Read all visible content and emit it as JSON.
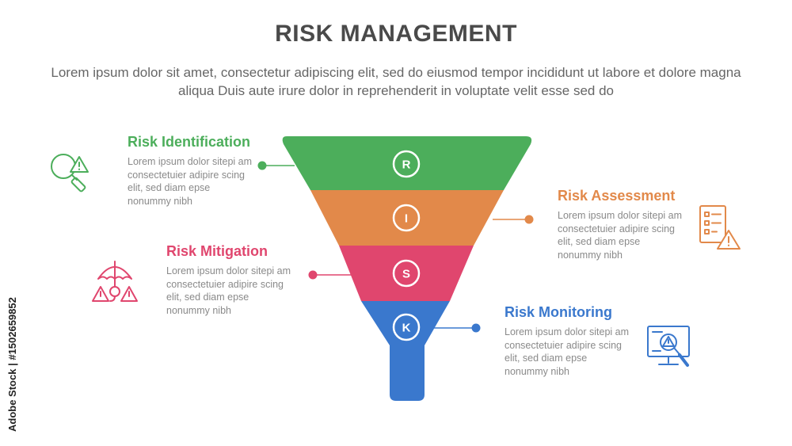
{
  "title": "RISK MANAGEMENT",
  "subtitle": "Lorem ipsum dolor sit amet, consectetur adipiscing elit, sed do eiusmod tempor incididunt ut labore et dolore magna aliqua Duis aute irure dolor in reprehenderit in voluptate velit esse sed do",
  "colors": {
    "green": "#4cae5b",
    "orange": "#e2894a",
    "pink": "#e0466e",
    "blue": "#3a78cd"
  },
  "stages": [
    {
      "letter": "R",
      "title": "Risk Identification",
      "body": "Lorem ipsum dolor sitepi am consectetuier adipire scing elit, sed diam epse nonummy nibh",
      "icon": "magnifier-warning-icon"
    },
    {
      "letter": "I",
      "title": "Risk Assessment",
      "body": "Lorem ipsum dolor sitepi am consectetuier adipire scing elit, sed diam epse nonummy nibh",
      "icon": "checklist-warning-icon"
    },
    {
      "letter": "S",
      "title": "Risk Mitigation",
      "body": "Lorem ipsum dolor sitepi am consectetuier adipire scing elit, sed diam epse nonummy nibh",
      "icon": "umbrella-warning-icon"
    },
    {
      "letter": "K",
      "title": "Risk Monitoring",
      "body": "Lorem ipsum dolor sitepi am consectetuier adipire scing elit, sed diam epse nonummy nibh",
      "icon": "monitor-warning-icon"
    }
  ],
  "watermark": "Adobe Stock | #1502659852"
}
